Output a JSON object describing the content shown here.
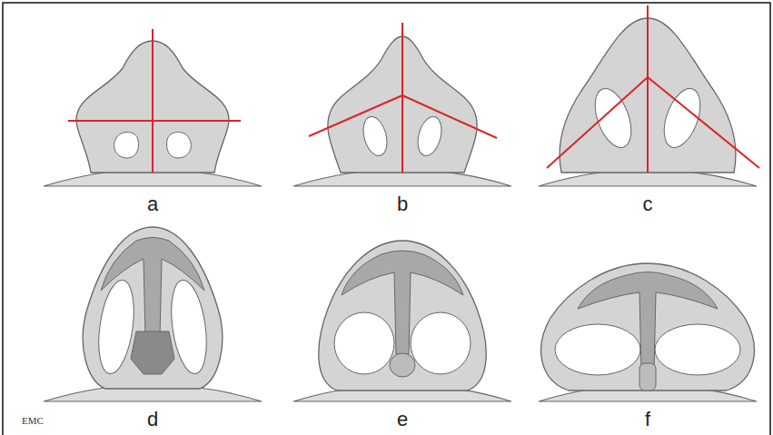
{
  "diagram": {
    "labels": [
      "a",
      "b",
      "c",
      "d",
      "e",
      "f",
      "EMC"
    ]
  }
}
